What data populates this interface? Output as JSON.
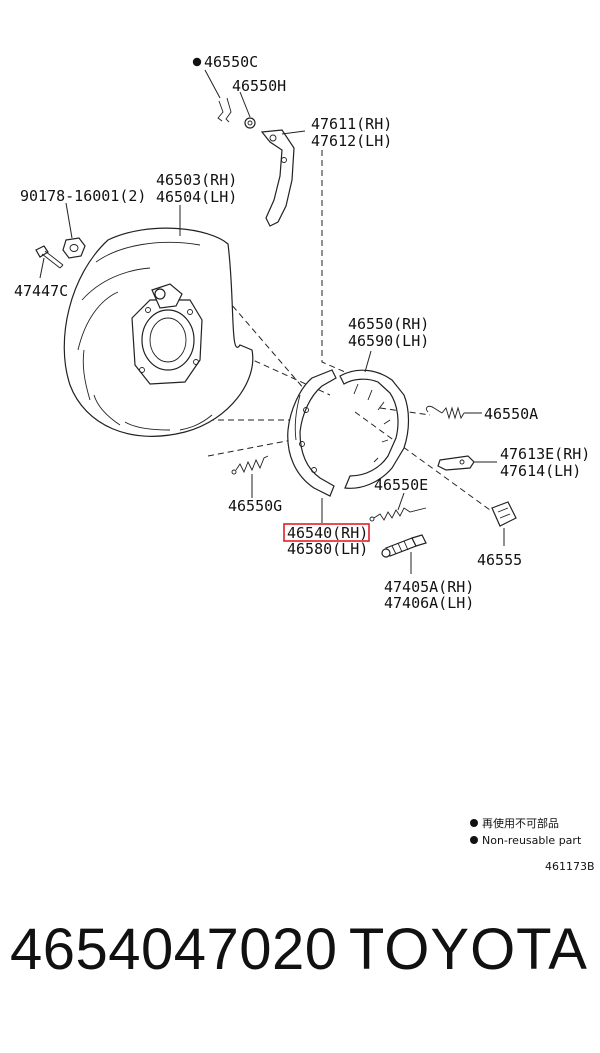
{
  "diagram": {
    "labels": {
      "p46550C": "46550C",
      "p46550H": "46550H",
      "p47611": "47611(RH)",
      "p47612": "47612(LH)",
      "p90178": "90178-16001(2)",
      "p46503": "46503(RH)",
      "p46504": "46504(LH)",
      "p47447C": "47447C",
      "p46550": "46550(RH)",
      "p46590": "46590(LH)",
      "p46550A": "46550A",
      "p47613E": "47613E(RH)",
      "p47614": "47614(LH)",
      "p46550E": "46550E",
      "p46550G": "46550G",
      "p46540": "46540(RH)",
      "p46580": "46580(LH)",
      "p46555": "46555",
      "p47405A": "47405A(RH)",
      "p47406A": "47406A(LH)"
    },
    "legend": {
      "line1": "再使用不可部品",
      "line2": "Non-reusable part"
    },
    "figure_id": "461173B"
  },
  "footer": {
    "part_number": "4654047020",
    "brand": "TOYOTA"
  }
}
